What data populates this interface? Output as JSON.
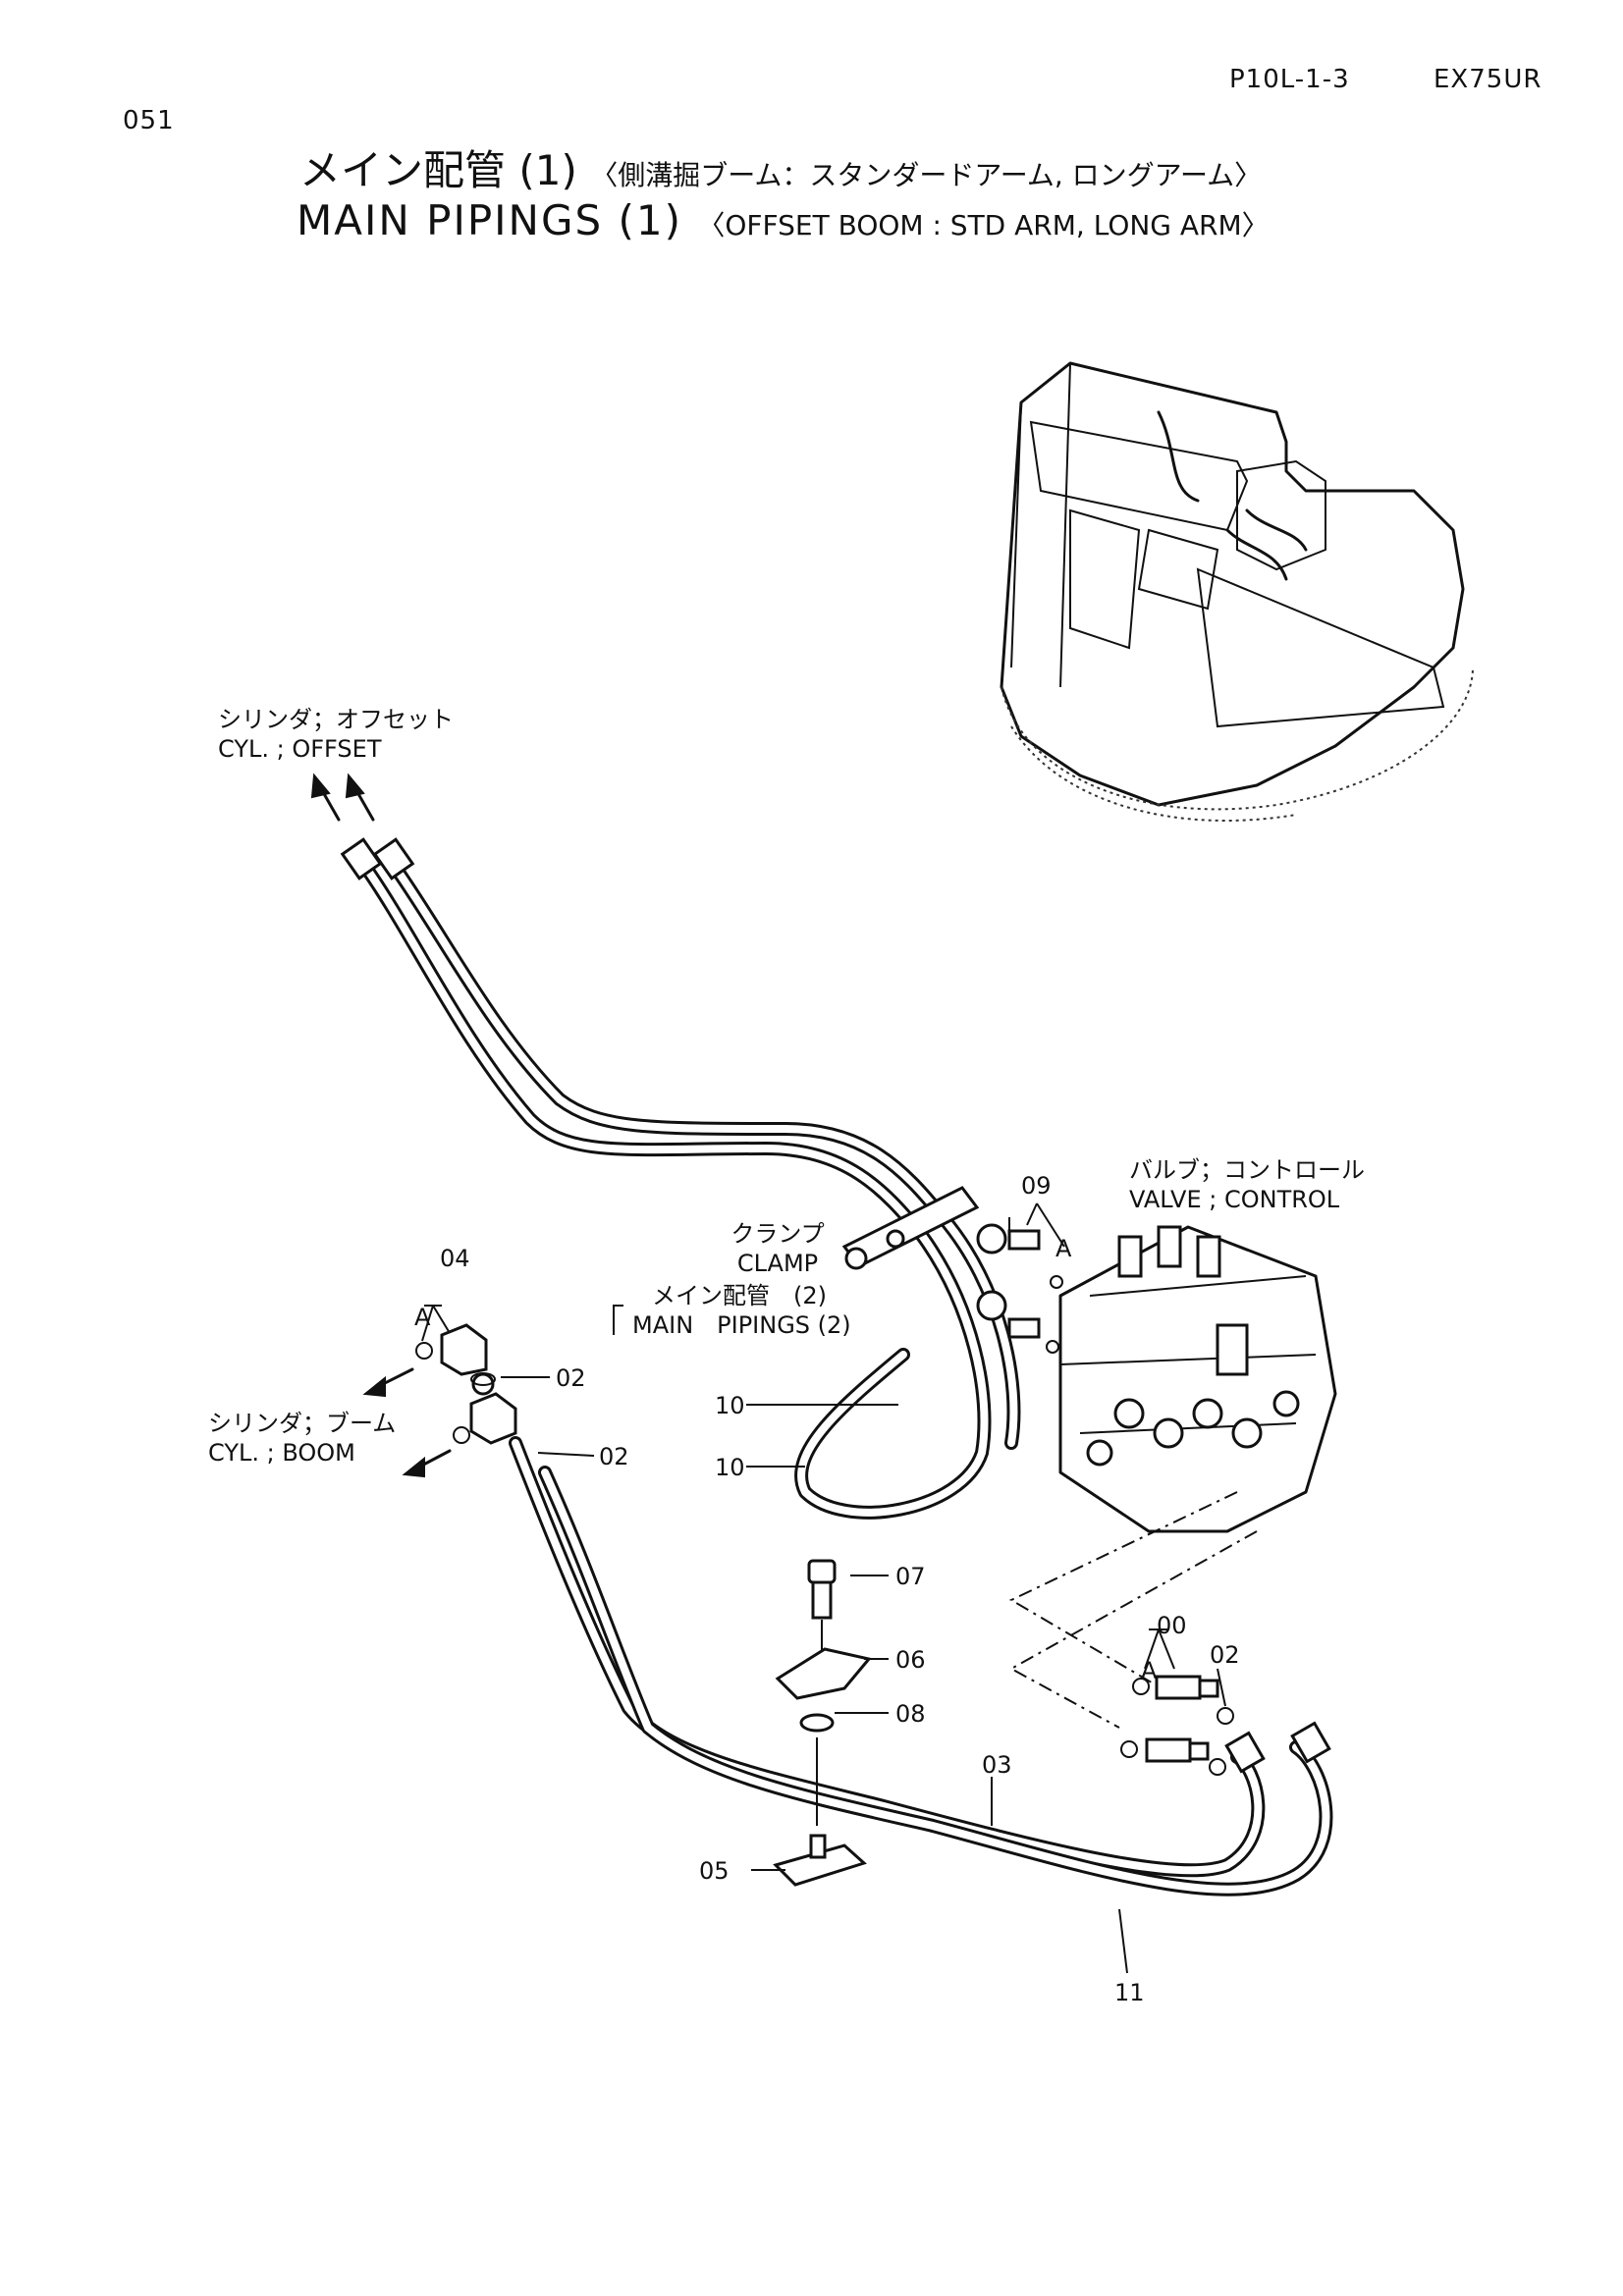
{
  "header": {
    "page_code": "P10L-1-3",
    "model": "EX75UR",
    "sheet_number": "051"
  },
  "title": {
    "jp_main": "メイン配管 (1)",
    "jp_sub": "〈側溝掘ブーム：スタンダードアーム, ロングアーム〉",
    "en_main": "MAIN PIPINGS (1)",
    "en_sub": "〈OFFSET BOOM : STD ARM, LONG ARM〉"
  },
  "labels": {
    "cyl_offset_jp": "シリンダ；オフセット",
    "cyl_offset_en": "CYL. ; OFFSET",
    "cyl_boom_jp": "シリンダ；ブーム",
    "cyl_boom_en": "CYL. ; BOOM",
    "valve_jp": "バルブ；コントロール",
    "valve_en": "VALVE ; CONTROL",
    "clamp_jp": "クランプ",
    "clamp_en": "CLAMP",
    "clamp_ref_jp": "メイン配管　(2)",
    "clamp_ref_en": "MAIN　PIPINGS (2)",
    "detail_a": "A"
  },
  "callouts": [
    {
      "id": "p04",
      "text": "04"
    },
    {
      "id": "p02a",
      "text": "02"
    },
    {
      "id": "p02b",
      "text": "02"
    },
    {
      "id": "p10a",
      "text": "10"
    },
    {
      "id": "p10b",
      "text": "10"
    },
    {
      "id": "p09",
      "text": "09"
    },
    {
      "id": "p07",
      "text": "07"
    },
    {
      "id": "p06",
      "text": "06"
    },
    {
      "id": "p08",
      "text": "08"
    },
    {
      "id": "p00",
      "text": "00"
    },
    {
      "id": "p02c",
      "text": "02"
    },
    {
      "id": "p03",
      "text": "03"
    },
    {
      "id": "p05",
      "text": "05"
    },
    {
      "id": "p11",
      "text": "11"
    }
  ]
}
